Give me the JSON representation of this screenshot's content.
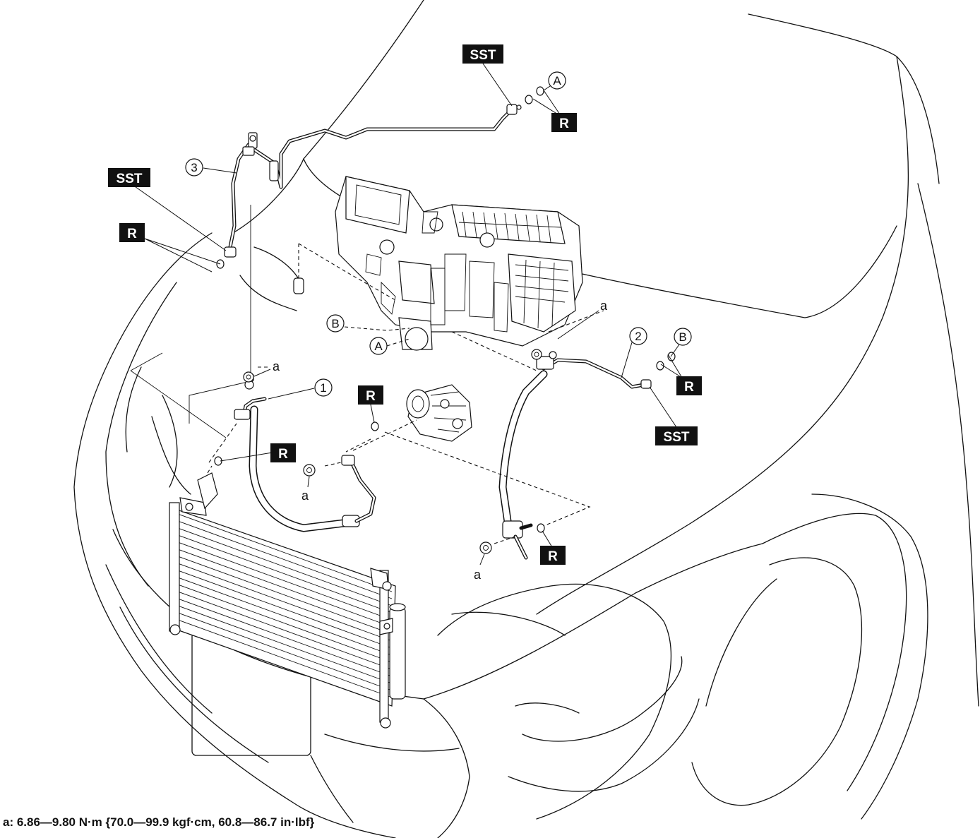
{
  "tags": {
    "sst": "SST",
    "r": "R"
  },
  "callouts": {
    "one": "1",
    "two": "2",
    "three": "3",
    "ref_a": "A",
    "ref_b": "B"
  },
  "bolt_label": "a",
  "torque_spec": "a: 6.86—9.80 N·m {70.0—99.9 kgf·cm, 60.8—86.7 in·lbf}"
}
